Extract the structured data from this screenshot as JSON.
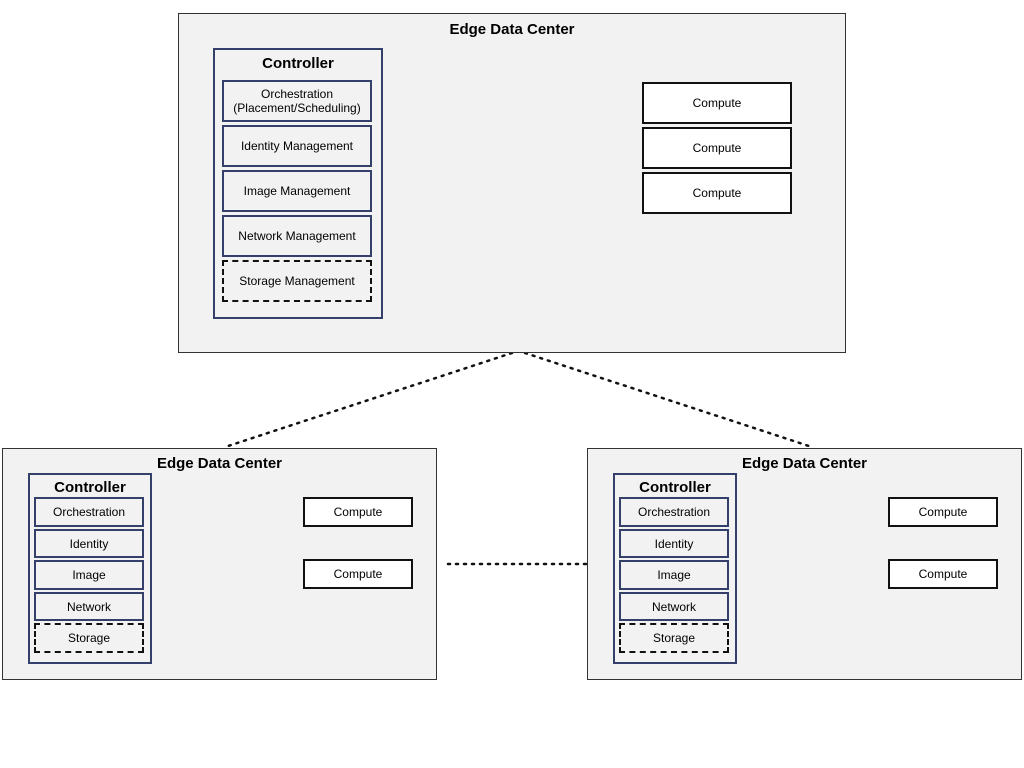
{
  "top": {
    "title": "Edge Data Center",
    "controller": {
      "title": "Controller",
      "services": [
        {
          "label": "Orchestration\n(Placement/Scheduling)",
          "style": "solid"
        },
        {
          "label": "Identity Management",
          "style": "solid"
        },
        {
          "label": "Image Management",
          "style": "solid"
        },
        {
          "label": "Network Management",
          "style": "solid"
        },
        {
          "label": "Storage Management",
          "style": "dashed"
        }
      ]
    },
    "computes": [
      "Compute",
      "Compute",
      "Compute"
    ]
  },
  "left": {
    "title": "Edge Data Center",
    "controller": {
      "title": "Controller",
      "services": [
        {
          "label": "Orchestration",
          "style": "solid"
        },
        {
          "label": "Identity",
          "style": "solid"
        },
        {
          "label": "Image",
          "style": "solid"
        },
        {
          "label": "Network",
          "style": "solid"
        },
        {
          "label": "Storage",
          "style": "dashed"
        }
      ]
    },
    "computes": [
      "Compute",
      "Compute"
    ]
  },
  "right": {
    "title": "Edge Data Center",
    "controller": {
      "title": "Controller",
      "services": [
        {
          "label": "Orchestration",
          "style": "solid"
        },
        {
          "label": "Identity",
          "style": "solid"
        },
        {
          "label": "Image",
          "style": "solid"
        },
        {
          "label": "Network",
          "style": "solid"
        },
        {
          "label": "Storage",
          "style": "dashed"
        }
      ]
    },
    "computes": [
      "Compute",
      "Compute"
    ]
  }
}
